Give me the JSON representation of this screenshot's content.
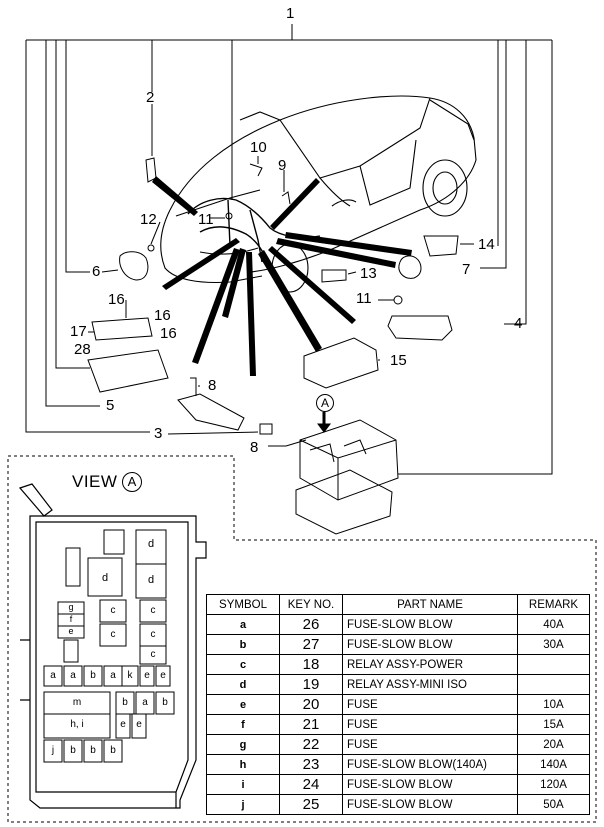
{
  "callouts": {
    "c1": "1",
    "c2": "2",
    "c3": "3",
    "c4": "4",
    "c5": "5",
    "c6": "6",
    "c7": "7",
    "c8a": "8",
    "c8b": "8",
    "c9": "9",
    "c10": "10",
    "c11a": "11",
    "c11b": "11",
    "c12": "12",
    "c13": "13",
    "c14": "14",
    "c15": "15",
    "c16a": "16",
    "c16b": "16",
    "c16c": "16",
    "c17": "17",
    "c28": "28"
  },
  "view": {
    "title": "VIEW",
    "marker": "A"
  },
  "fusebox_labels": {
    "d1": "d",
    "d2": "d",
    "d3": "d",
    "c1": "c",
    "c2": "c",
    "c3": "c",
    "c4": "c",
    "c5": "c",
    "g": "g",
    "f": "f",
    "e1": "e",
    "a1": "a",
    "a2": "a",
    "b1": "b",
    "a3": "a",
    "k": "k",
    "e2": "e",
    "e3": "e",
    "m": "m",
    "b2": "b",
    "a4": "a",
    "b3": "b",
    "hi": "h, i",
    "e4": "e",
    "e5": "e",
    "j": "j",
    "b4": "b",
    "b5": "b",
    "b6": "b"
  },
  "legend": {
    "headers": [
      "SYMBOL",
      "KEY NO.",
      "PART NAME",
      "REMARK"
    ],
    "rows": [
      {
        "symbol": "a",
        "key": "26",
        "part": "FUSE-SLOW BLOW",
        "remark": "40A"
      },
      {
        "symbol": "b",
        "key": "27",
        "part": "FUSE-SLOW BLOW",
        "remark": "30A"
      },
      {
        "symbol": "c",
        "key": "18",
        "part": "RELAY ASSY-POWER",
        "remark": ""
      },
      {
        "symbol": "d",
        "key": "19",
        "part": "RELAY ASSY-MINI ISO",
        "remark": ""
      },
      {
        "symbol": "e",
        "key": "20",
        "part": "FUSE",
        "remark": "10A"
      },
      {
        "symbol": "f",
        "key": "21",
        "part": "FUSE",
        "remark": "15A"
      },
      {
        "symbol": "g",
        "key": "22",
        "part": "FUSE",
        "remark": "20A"
      },
      {
        "symbol": "h",
        "key": "23",
        "part": "FUSE-SLOW BLOW(140A)",
        "remark": "140A"
      },
      {
        "symbol": "i",
        "key": "24",
        "part": "FUSE-SLOW BLOW",
        "remark": "120A"
      },
      {
        "symbol": "j",
        "key": "25",
        "part": "FUSE-SLOW BLOW",
        "remark": "50A"
      }
    ]
  }
}
